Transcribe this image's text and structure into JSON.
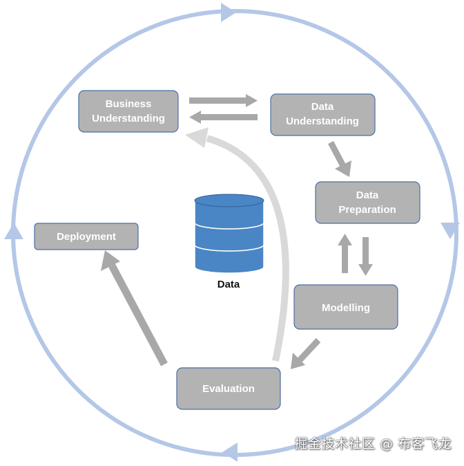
{
  "nodes": {
    "business_understanding": [
      "Business",
      "Understanding"
    ],
    "data_understanding": [
      "Data",
      "Understanding"
    ],
    "data_preparation": [
      "Data",
      "Preparation"
    ],
    "modelling": [
      "Modelling"
    ],
    "evaluation": [
      "Evaluation"
    ],
    "deployment": [
      "Deployment"
    ]
  },
  "center": {
    "label": "Data"
  },
  "watermark": "掘金技术社区 @ 布客飞龙",
  "colors": {
    "cycle": "#b4c7e7",
    "box": "#b3b3b3",
    "box_border": "#4a6fa5",
    "arrow": "#a8a8a8",
    "curve": "#d9d9d9",
    "cylinder": "#4a86c5"
  }
}
